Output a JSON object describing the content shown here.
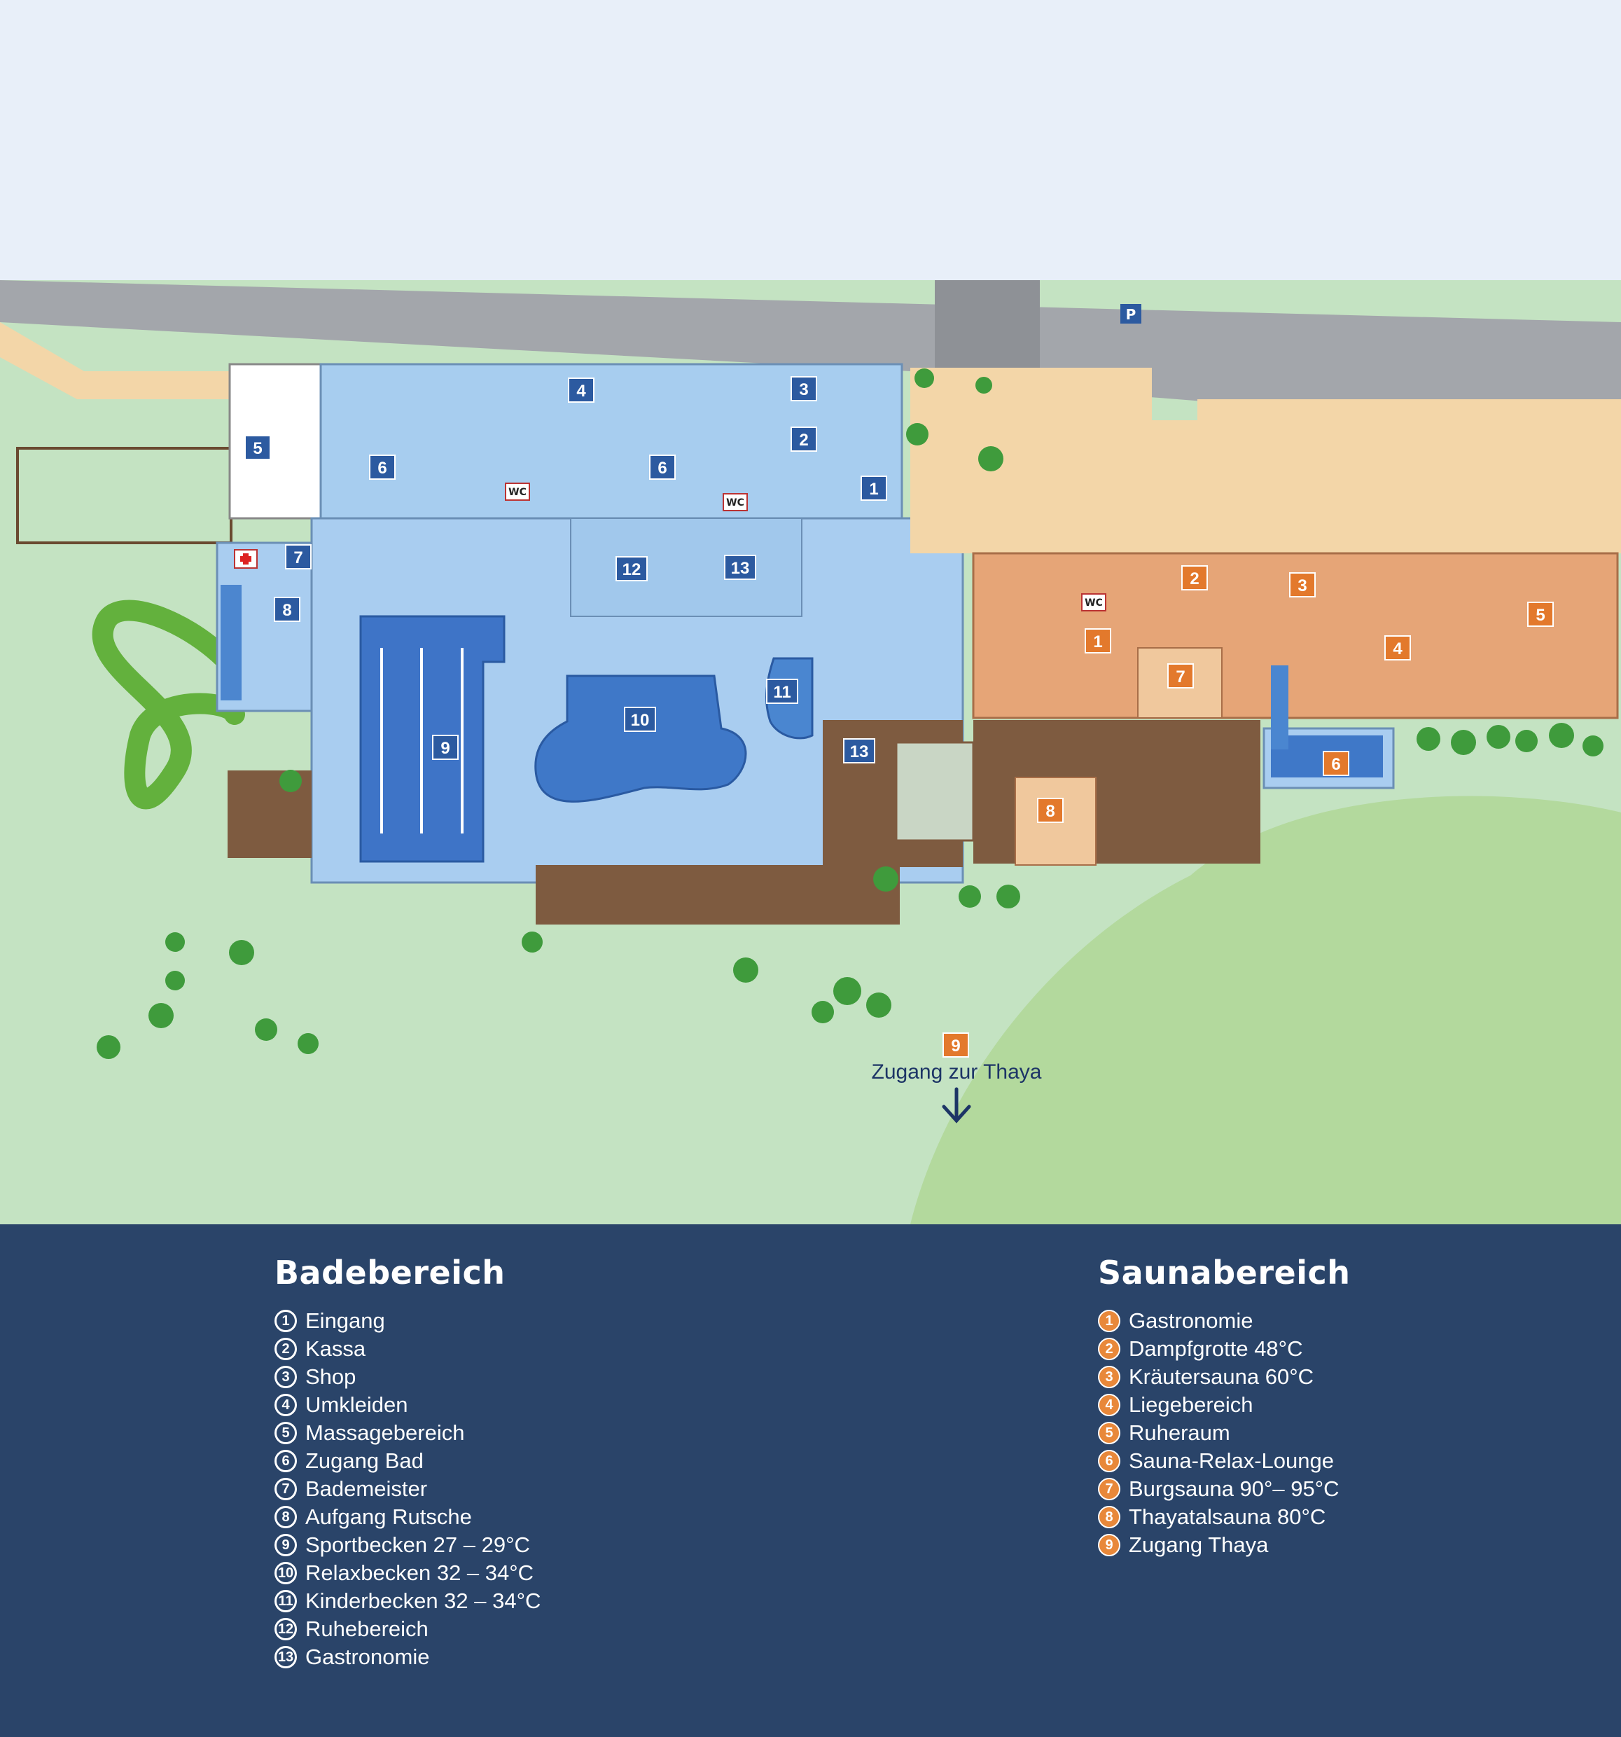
{
  "map": {
    "colors": {
      "sky": "#e8eff9",
      "grass": "#bfe0bd",
      "road": "#9ea1a6",
      "pool_area": "#a9cdf0",
      "water": "#3f78c8",
      "sauna_floor": "#e6a577",
      "deck": "#7d5a3f",
      "bade_marker": "#2c5aa0",
      "sauna_marker": "#e3792c",
      "slide": "#63b13d"
    },
    "parking_label": "P",
    "wc_label": "WC",
    "access_label": "Zugang zur Thaya",
    "bade_markers": [
      "1",
      "2",
      "3",
      "4",
      "5",
      "6",
      "6",
      "7",
      "8",
      "9",
      "10",
      "11",
      "12",
      "13",
      "13"
    ],
    "sauna_markers": [
      "1",
      "2",
      "3",
      "4",
      "5",
      "6",
      "7",
      "8",
      "9"
    ]
  },
  "legend": {
    "bade": {
      "title": "Badebereich",
      "items": [
        {
          "num": "1",
          "label": "Eingang"
        },
        {
          "num": "2",
          "label": "Kassa"
        },
        {
          "num": "3",
          "label": "Shop"
        },
        {
          "num": "4",
          "label": "Umkleiden"
        },
        {
          "num": "5",
          "label": "Massagebereich"
        },
        {
          "num": "6",
          "label": "Zugang Bad"
        },
        {
          "num": "7",
          "label": "Bademeister"
        },
        {
          "num": "8",
          "label": "Aufgang Rutsche"
        },
        {
          "num": "9",
          "label": "Sportbecken 27 – 29°C"
        },
        {
          "num": "10",
          "label": "Relaxbecken 32 – 34°C"
        },
        {
          "num": "11",
          "label": "Kinderbecken 32 – 34°C"
        },
        {
          "num": "12",
          "label": "Ruhebereich"
        },
        {
          "num": "13",
          "label": "Gastronomie"
        }
      ]
    },
    "sauna": {
      "title": "Saunabereich",
      "items": [
        {
          "num": "1",
          "label": "Gastronomie"
        },
        {
          "num": "2",
          "label": "Dampfgrotte 48°C"
        },
        {
          "num": "3",
          "label": "Kräutersauna 60°C"
        },
        {
          "num": "4",
          "label": "Liegebereich"
        },
        {
          "num": "5",
          "label": "Ruheraum"
        },
        {
          "num": "6",
          "label": "Sauna-Relax-Lounge"
        },
        {
          "num": "7",
          "label": "Burgsauna 90°– 95°C"
        },
        {
          "num": "8",
          "label": "Thayatalsauna 80°C"
        },
        {
          "num": "9",
          "label": "Zugang Thaya"
        }
      ]
    }
  }
}
